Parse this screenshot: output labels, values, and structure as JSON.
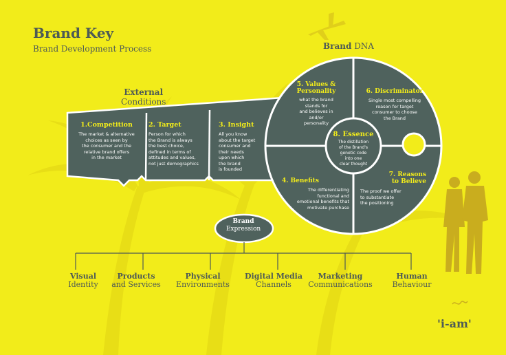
{
  "header": {
    "title": "Brand Key",
    "subtitle": "Brand Development Process"
  },
  "dna_label": {
    "bold": "Brand",
    "rest": "DNA"
  },
  "external": {
    "line1": "External",
    "line2": "Conditions"
  },
  "segments": [
    {
      "heading": "1.Competition",
      "body": [
        "The market & alternative",
        "choices as seen by",
        "the consumer and the",
        "relative brand offers",
        "in the market"
      ]
    },
    {
      "heading": "2. Target",
      "body": [
        "Person for which",
        "the Brand is always",
        "the best choice,",
        "defined in terms of",
        "attitudes and values,",
        "not just demographics"
      ]
    },
    {
      "heading": "3. Insight",
      "body": [
        "All you know",
        "about the target",
        "consumer and",
        "their needs",
        "upon which",
        "the brand",
        "is founded"
      ]
    }
  ],
  "quadrants": [
    {
      "heading": [
        "5. Values &",
        "Personality"
      ],
      "body": [
        "what the brand",
        "stands for",
        "and believes in",
        "and/or",
        "personality"
      ]
    },
    {
      "heading": [
        "6. Discriminator"
      ],
      "body": [
        "Single most compelling",
        "reason for target",
        "consumer to choose",
        "the Brand"
      ]
    },
    {
      "heading": [
        "4. Benefits"
      ],
      "body": [
        "The differentiating",
        "functional and",
        "emotional benefits that",
        "motivate purchase"
      ]
    },
    {
      "heading": [
        "7. Reasons",
        "to Believe"
      ],
      "body": [
        "The proof we offer",
        "to substantiate",
        "the positioning"
      ]
    }
  ],
  "essence": {
    "heading": "8. Essence",
    "body": [
      "The distillation",
      "of the Brand's",
      "genetic code",
      "into one",
      "clear thought"
    ]
  },
  "expression": {
    "bold": "Brand",
    "rest": "Expression"
  },
  "expressions": [
    {
      "top": "Visual",
      "bottom": "Identity"
    },
    {
      "top": "Products",
      "bottom": "and Services"
    },
    {
      "top": "Physical",
      "bottom": "Environments"
    },
    {
      "top": "Digital Media",
      "bottom": "Channels"
    },
    {
      "top": "Marketing",
      "bottom": "Communications"
    },
    {
      "top": "Human",
      "bottom": "Behaviour"
    }
  ],
  "logo": "'i-am'",
  "colors": {
    "background": "#f2ec1a",
    "panel": "#4f625d",
    "heading_accent": "#f2ec1a",
    "text_dark": "#4d5a56",
    "silhouette": "#c9ad1e"
  }
}
